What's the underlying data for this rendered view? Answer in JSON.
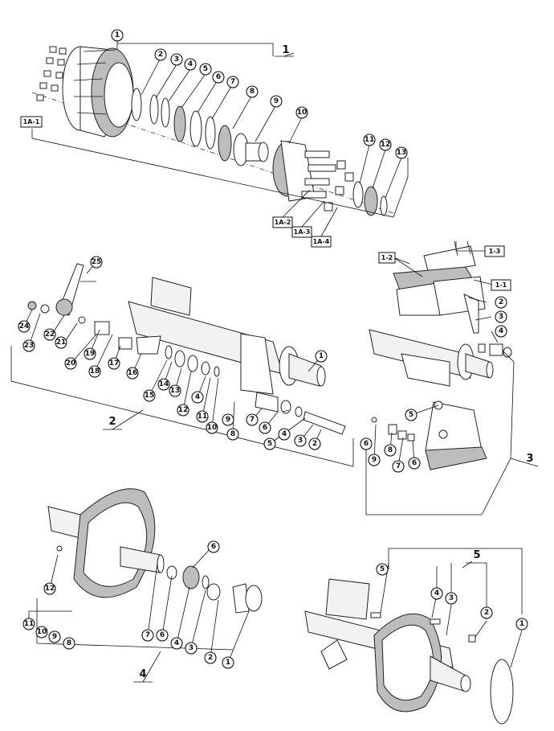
{
  "assemblies": [
    {
      "id": "1",
      "label": "1",
      "callouts": [
        "1",
        "2",
        "3",
        "4",
        "5",
        "6",
        "7",
        "8",
        "9",
        "10",
        "11",
        "12",
        "13"
      ],
      "tags": [
        "1A-1",
        "1A-2",
        "1A-3",
        "1A-4"
      ]
    },
    {
      "id": "2",
      "label": "2",
      "callouts": [
        "1",
        "2",
        "3",
        "4",
        "5",
        "6",
        "7",
        "8",
        "9",
        "10",
        "11",
        "12",
        "13",
        "14",
        "15",
        "16",
        "17",
        "18",
        "19",
        "20",
        "21",
        "22",
        "23",
        "24",
        "25",
        "4"
      ]
    },
    {
      "id": "3",
      "label": "3",
      "callouts": [
        "2",
        "3",
        "4",
        "5",
        "6",
        "9",
        "8",
        "7",
        "6"
      ],
      "tags": [
        "1-2",
        "1-3",
        "1-1"
      ]
    },
    {
      "id": "4",
      "label": "4",
      "callouts": [
        "6",
        "7",
        "6",
        "4",
        "3",
        "2",
        "1",
        "12",
        "11",
        "10",
        "9",
        "8"
      ]
    },
    {
      "id": "5",
      "label": "5",
      "callouts": [
        "5",
        "4",
        "3",
        "2",
        "1"
      ]
    }
  ]
}
